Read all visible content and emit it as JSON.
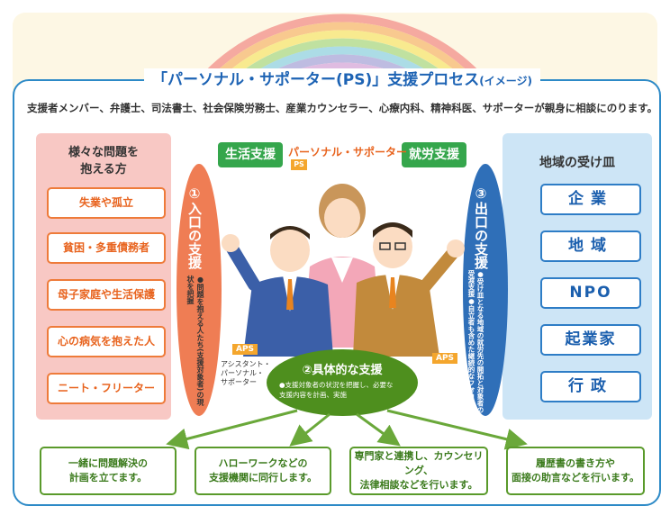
{
  "title": {
    "main": "「パーソナル・サポーター(PS)」支援プロセス",
    "suffix": "(イメージ)"
  },
  "intro": "支援者メンバー、弁護士、司法書士、社会保険労務士、産業カウンセラー、心療内科、精神科医、サポーターが親身に相談にのります。",
  "left": {
    "heading_line1": "様々な問題を",
    "heading_line2": "抱える方",
    "items": [
      "失業や孤立",
      "貧困・多重債務者",
      "母子家庭や生活保護",
      "心の病気を抱えた人",
      "ニート・フリーター"
    ]
  },
  "right": {
    "heading": "地域の受け皿",
    "items": [
      "企業",
      "地域",
      "NPO",
      "起業家",
      "行政"
    ]
  },
  "center": {
    "tag_left": "生活支援",
    "tag_right": "就労支援",
    "ps_label": "パーソナル・サポーター",
    "ps_abbr": "PS",
    "aps_left": "APS",
    "aps_right": "APS",
    "assistant_line1": "アシスタント・",
    "assistant_line2": "パーソナル・",
    "assistant_line3": "サポーター"
  },
  "stages": {
    "entry": {
      "title": "①入口の支援",
      "desc_line1": "●問題を抱える人たち",
      "desc_line2": "(支援対象者)の現状を把握"
    },
    "exit": {
      "title": "③出口の支援",
      "desc_line1": "●受け皿となる地域の",
      "desc_line2": "就労先の開拓と対象者の受渡支援",
      "desc_line3": "●自立者も含めた継続的なフォロー"
    },
    "concrete": {
      "title": "②具体的な支援",
      "desc_line1": "●支援対象者の状況を把握し、必要な",
      "desc_line2": "支援内容を計画、実施"
    }
  },
  "bottom": [
    {
      "line1": "一緒に問題解決の",
      "line2": "計画を立てます。"
    },
    {
      "line1": "ハローワークなどの",
      "line2": "支援機関に同行します。"
    },
    {
      "line1": "専門家と連携し、カウンセリング、",
      "line2": "法律相談などを行います。"
    },
    {
      "line1": "履歴書の書き方や",
      "line2": "面接の助言などを行います。"
    }
  ],
  "colors": {
    "blue": "#2d8ac7",
    "orange": "#ee7b3a",
    "green": "#35a64c",
    "pink_panel": "#f8c8c4",
    "blue_panel": "#cde5f6"
  }
}
